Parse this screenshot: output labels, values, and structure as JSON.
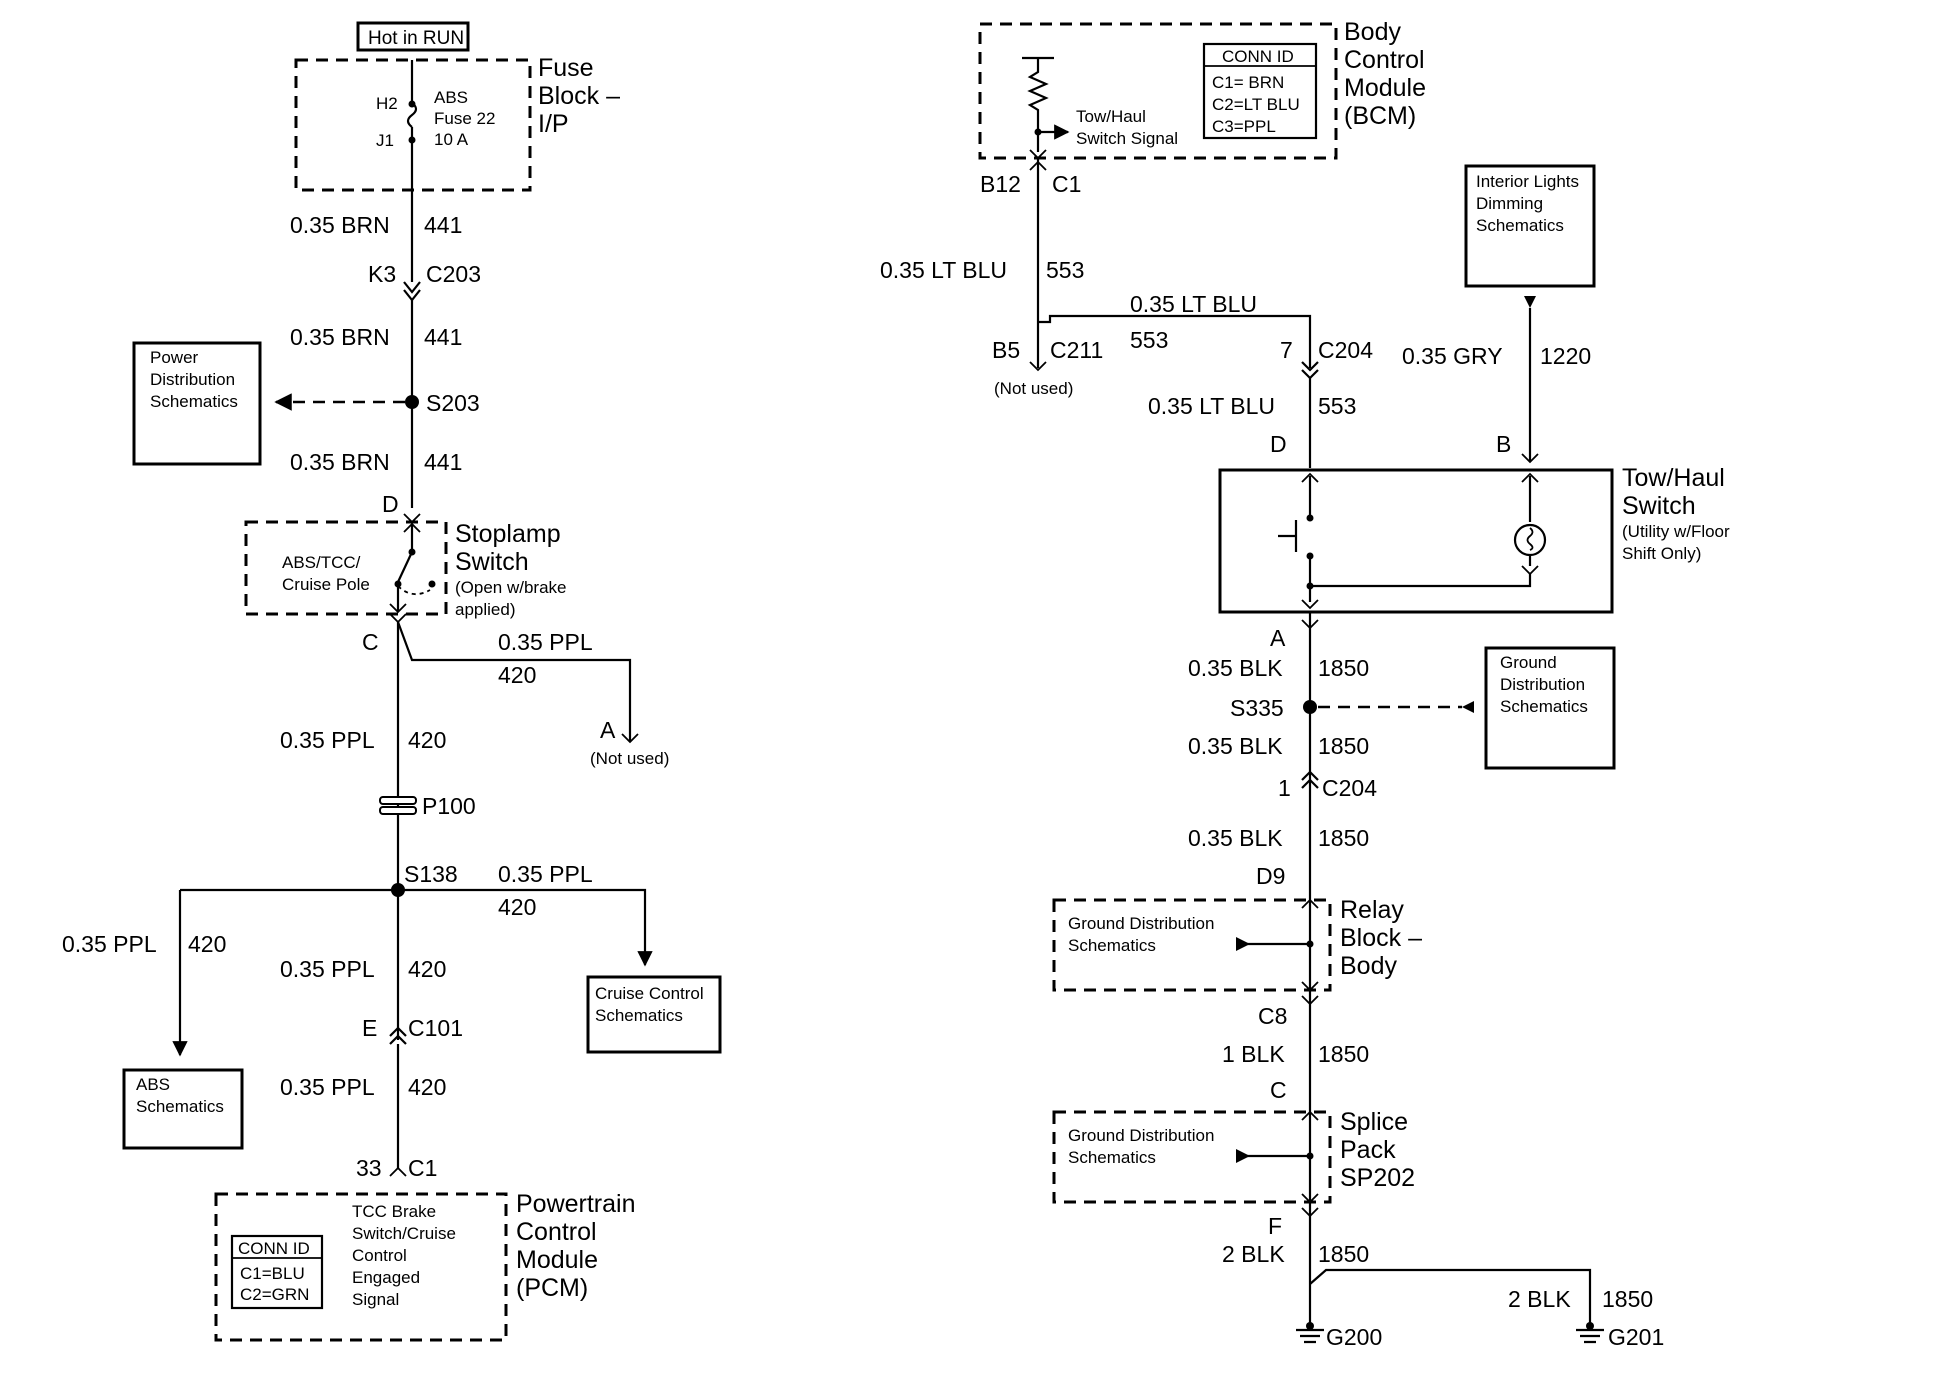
{
  "labels": {
    "hot_in_run": "Hot in RUN",
    "fuse_block_1": "Fuse",
    "fuse_block_2": "Block –",
    "fuse_block_3": "I/P",
    "fuse_h2": "H2",
    "fuse_j1": "J1",
    "fuse_abs_1": "ABS",
    "fuse_abs_2": "Fuse 22",
    "fuse_abs_3": "10 A",
    "w_brn_1": "0.35 BRN",
    "w_441_1": "441",
    "k3": "K3",
    "c203": "C203",
    "w_brn_2": "0.35 BRN",
    "w_441_2": "441",
    "pwr_dist_1": "Power",
    "pwr_dist_2": "Distribution",
    "pwr_dist_3": "Schematics",
    "s203": "S203",
    "w_brn_3": "0.35 BRN",
    "w_441_3": "441",
    "pin_d_stop": "D",
    "stop_pole_1": "ABS/TCC/",
    "stop_pole_2": "Cruise Pole",
    "stop_title_1": "Stoplamp",
    "stop_title_2": "Switch",
    "stop_note_1": "(Open w/brake",
    "stop_note_2": "applied)",
    "pin_c_stop": "C",
    "w_ppl_a": "0.35 PPL",
    "w_420_a": "420",
    "pin_a": "A",
    "not_used_a": "(Not used)",
    "w_ppl_1": "0.35 PPL",
    "w_420_1": "420",
    "p100": "P100",
    "s138": "S138",
    "w_ppl_cc": "0.35 PPL",
    "w_420_cc": "420",
    "w_ppl_abs": "0.35 PPL",
    "w_420_abs": "420",
    "w_ppl_2": "0.35 PPL",
    "w_420_2": "420",
    "cruise_1": "Cruise Control",
    "cruise_2": "Schematics",
    "pin_e": "E",
    "c101": "C101",
    "abs_sch_1": "ABS",
    "abs_sch_2": "Schematics",
    "w_ppl_3": "0.35 PPL",
    "w_420_3": "420",
    "pin_33": "33",
    "c1_pcm": "C1",
    "pcm_conn_id": "CONN ID",
    "pcm_c1": "C1=BLU",
    "pcm_c2": "C2=GRN",
    "pcm_sig_1": "TCC Brake",
    "pcm_sig_2": "Switch/Cruise",
    "pcm_sig_3": "Control",
    "pcm_sig_4": "Engaged",
    "pcm_sig_5": "Signal",
    "pcm_title_1": "Powertrain",
    "pcm_title_2": "Control",
    "pcm_title_3": "Module",
    "pcm_title_4": "(PCM)",
    "bcm_sig_1": "Tow/Haul",
    "bcm_sig_2": "Switch Signal",
    "bcm_conn_id": "CONN ID",
    "bcm_c1": "C1= BRN",
    "bcm_c2": "C2=LT BLU",
    "bcm_c3": "C3=PPL",
    "bcm_title_1": "Body",
    "bcm_title_2": "Control",
    "bcm_title_3": "Module",
    "bcm_title_4": "(BCM)",
    "pin_b12": "B12",
    "c1_bcm": "C1",
    "w_ltblu_1": "0.35 LT BLU",
    "w_553_1": "553",
    "w_ltblu_2": "0.35 LT BLU",
    "w_553_2": "553",
    "pin_b5": "B5",
    "c211": "C211",
    "not_used_b5": "(Not used)",
    "pin_7": "7",
    "c204_a": "C204",
    "w_ltblu_3": "0.35 LT BLU",
    "w_553_3": "553",
    "ild_1": "Interior Lights",
    "ild_2": "Dimming",
    "ild_3": "Schematics",
    "w_gry": "0.35 GRY",
    "w_1220": "1220",
    "pin_d_th": "D",
    "pin_b_th": "B",
    "th_title_1": "Tow/Haul",
    "th_title_2": "Switch",
    "th_note_1": "(Utility w/Floor",
    "th_note_2": "Shift Only)",
    "pin_a_th": "A",
    "w_blk_1": "0.35 BLK",
    "w_1850_1": "1850",
    "gnd_dist_1": "Ground",
    "gnd_dist_2": "Distribution",
    "gnd_dist_3": "Schematics",
    "s335": "S335",
    "w_blk_2": "0.35 BLK",
    "w_1850_2": "1850",
    "pin_1": "1",
    "c204_b": "C204",
    "w_blk_3": "0.35 BLK",
    "w_1850_3": "1850",
    "pin_d9": "D9",
    "relay_gd_1": "Ground Distribution",
    "relay_gd_2": "Schematics",
    "relay_title_1": "Relay",
    "relay_title_2": "Block –",
    "relay_title_3": "Body",
    "pin_c8": "C8",
    "w_1blk": "1 BLK",
    "w_1850_4": "1850",
    "pin_c_sp": "C",
    "splice_gd_1": "Ground Distribution",
    "splice_gd_2": "Schematics",
    "splice_title_1": "Splice",
    "splice_title_2": "Pack",
    "splice_title_3": "SP202",
    "pin_f": "F",
    "w_2blk_1": "2 BLK",
    "w_1850_5": "1850",
    "w_2blk_2": "2 BLK",
    "w_1850_6": "1850",
    "g200": "G200",
    "g201": "G201"
  }
}
